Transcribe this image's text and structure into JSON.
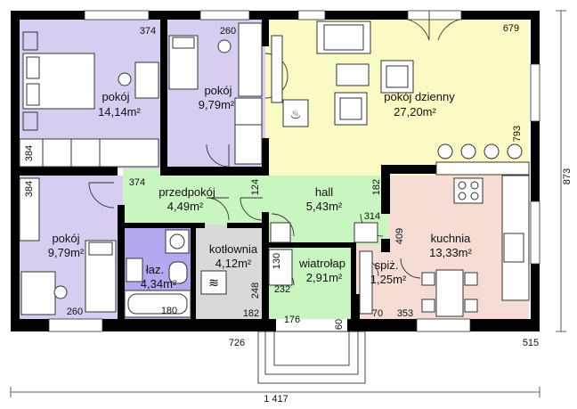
{
  "rooms": [
    {
      "id": "pokoj-1",
      "name": "pokój",
      "area": "14,14m²",
      "color": "#d6cdf0"
    },
    {
      "id": "pokoj-2",
      "name": "pokój",
      "area": "9,79m²",
      "color": "#d6cdf0"
    },
    {
      "id": "pokoj-dzienny",
      "name": "pokój dzienny",
      "area": "27,20m²",
      "color": "#fafac4"
    },
    {
      "id": "przedpokoj",
      "name": "przedpokój",
      "area": "4,49m²",
      "color": "#c8f5c0"
    },
    {
      "id": "hall",
      "name": "hall",
      "area": "5,43m²",
      "color": "#c8f5c0"
    },
    {
      "id": "pokoj-3",
      "name": "pokój",
      "area": "9,79m²",
      "color": "#d6cdf0"
    },
    {
      "id": "lazienka",
      "name": "łaz.",
      "area": "4,34m²",
      "color": "#b4a8f0"
    },
    {
      "id": "kotlownia",
      "name": "kotłownia",
      "area": "4,12m²",
      "color": "#d9d9d9"
    },
    {
      "id": "wiatrolap",
      "name": "wiatrołap",
      "area": "2,91m²",
      "color": "#c8f5c0"
    },
    {
      "id": "spizarnia",
      "name": "spiż.",
      "area": "1,25m²",
      "color": "#f5ddd5"
    },
    {
      "id": "kuchnia",
      "name": "kuchnia",
      "area": "13,33m²",
      "color": "#f5ddd5"
    }
  ],
  "dimensions": {
    "d374a": "374",
    "d260a": "260",
    "d679": "679",
    "d793": "793",
    "d384a": "384",
    "d374b": "374",
    "d124": "124",
    "d182a": "182",
    "d384b": "384",
    "d314": "314",
    "d409": "409",
    "d130": "130",
    "d232": "232",
    "d248": "248",
    "d180": "180",
    "d182b": "182",
    "d260b": "260",
    "d70": "70",
    "d353": "353",
    "d176": "176",
    "d60": "60",
    "d726": "726",
    "d515": "515",
    "d873": "873",
    "d1417": "1 417"
  },
  "colors": {
    "wall": "#000000",
    "window": "#ffffff"
  }
}
